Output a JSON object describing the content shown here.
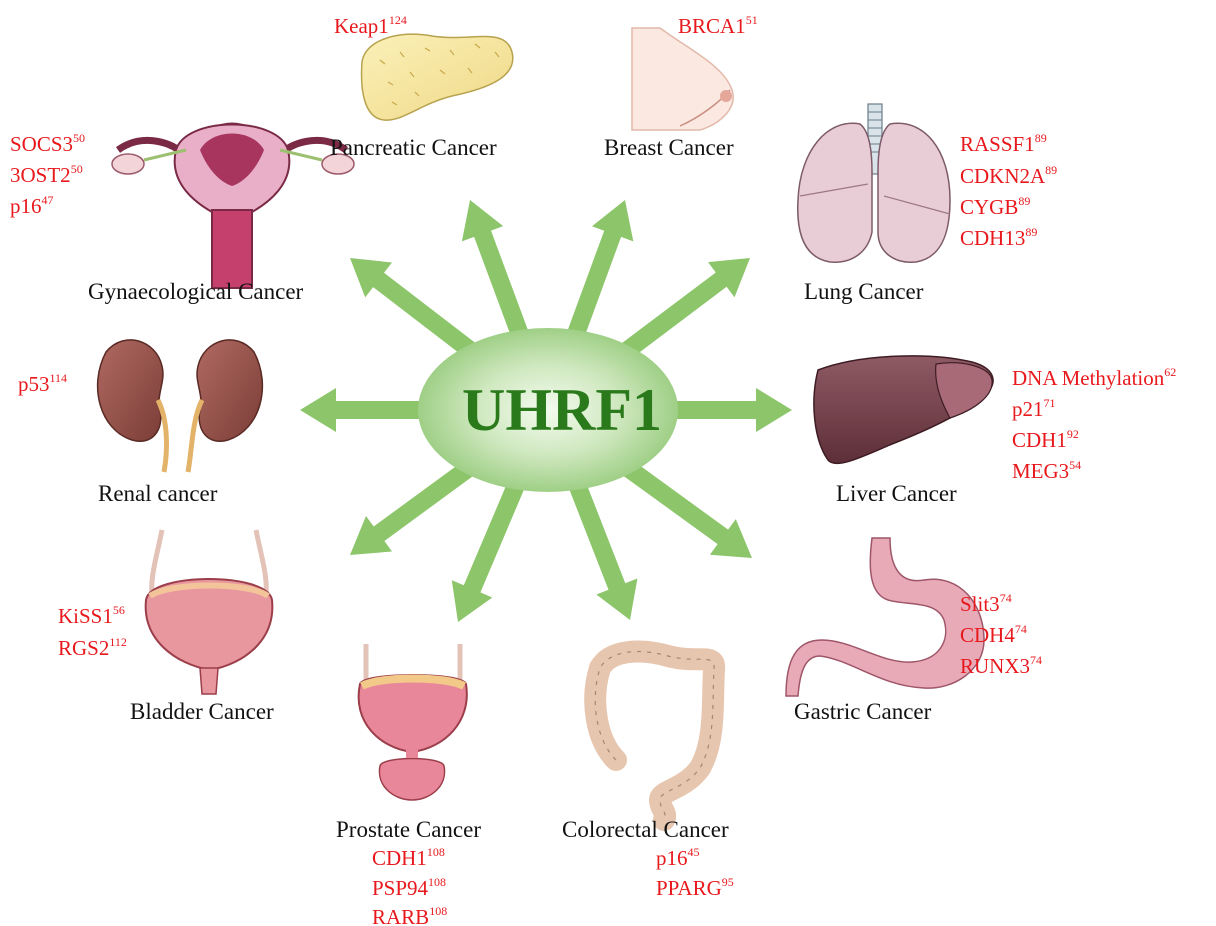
{
  "center": {
    "label": "UHRF1"
  },
  "cancers": {
    "pancreatic": {
      "label": "Pancreatic  Cancer",
      "genes": [
        {
          "name": "Keap1",
          "ref": "124"
        }
      ]
    },
    "breast": {
      "label": "Breast  Cancer",
      "genes": [
        {
          "name": "BRCA1",
          "ref": "51"
        }
      ]
    },
    "lung": {
      "label": "Lung  Cancer",
      "genes": [
        {
          "name": "RASSF1",
          "ref": "89"
        },
        {
          "name": "CDKN2A",
          "ref": "89"
        },
        {
          "name": "CYGB",
          "ref": "89"
        },
        {
          "name": "CDH13",
          "ref": "89"
        }
      ]
    },
    "gynaecological": {
      "label": "Gynaecological  Cancer",
      "genes": [
        {
          "name": "SOCS3",
          "ref": "50"
        },
        {
          "name": "3OST2",
          "ref": "50"
        },
        {
          "name": "p16",
          "ref": "47"
        }
      ]
    },
    "renal": {
      "label": "Renal  cancer",
      "genes": [
        {
          "name": "p53",
          "ref": "114"
        }
      ]
    },
    "liver": {
      "label": "Liver  Cancer",
      "genes": [
        {
          "name": "DNA Methylation",
          "ref": "62"
        },
        {
          "name": "p21",
          "ref": "71"
        },
        {
          "name": "CDH1",
          "ref": "92"
        },
        {
          "name": "MEG3",
          "ref": "54"
        }
      ]
    },
    "bladder": {
      "label": "Bladder  Cancer",
      "genes": [
        {
          "name": "KiSS1",
          "ref": "56"
        },
        {
          "name": "RGS2",
          "ref": "112"
        }
      ]
    },
    "gastric": {
      "label": "Gastric  Cancer",
      "genes": [
        {
          "name": "Slit3",
          "ref": "74"
        },
        {
          "name": "CDH4",
          "ref": "74"
        },
        {
          "name": "RUNX3",
          "ref": "74"
        }
      ]
    },
    "prostate": {
      "label": "Prostate  Cancer",
      "genes": [
        {
          "name": "CDH1",
          "ref": "108"
        },
        {
          "name": "PSP94",
          "ref": "108"
        },
        {
          "name": "RARB",
          "ref": "108"
        }
      ]
    },
    "colorectal": {
      "label": "Colorectal  Cancer",
      "genes": [
        {
          "name": "p16",
          "ref": "45"
        },
        {
          "name": "PPARG",
          "ref": "95"
        }
      ]
    }
  },
  "colors": {
    "arrow": "#8cc56a",
    "hub_text": "#2a7a1c",
    "gene_text": "#e8191d",
    "label_text": "#111111"
  }
}
